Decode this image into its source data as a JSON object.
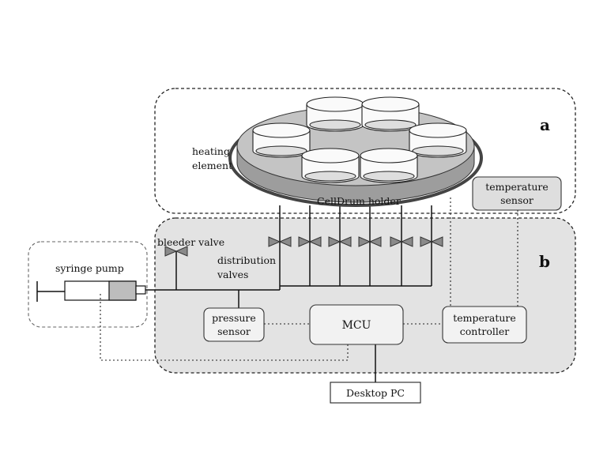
{
  "diagram": {
    "panel_a_letter": "a",
    "panel_b_letter": "b",
    "heating_element_line1": "heating",
    "heating_element_line2": "element",
    "celldrum_holder": "CellDrum holder",
    "temperature_sensor_line1": "temperature",
    "temperature_sensor_line2": "sensor",
    "bleeder_valve": "bleeder valve",
    "distribution_valves_line1": "distribution",
    "distribution_valves_line2": "valves",
    "syringe_pump": "syringe pump",
    "pressure_sensor_line1": "pressure",
    "pressure_sensor_line2": "sensor",
    "mcu": "MCU",
    "temperature_controller_line1": "temperature",
    "temperature_controller_line2": "controller",
    "desktop_pc": "Desktop PC"
  },
  "colors": {
    "panel_b_fill": "#e3e3e3",
    "holder_top": "#c4c4c4",
    "holder_side": "#9d9d9d",
    "box_fill": "#f2f2f2",
    "line": "#1a1a1a"
  }
}
